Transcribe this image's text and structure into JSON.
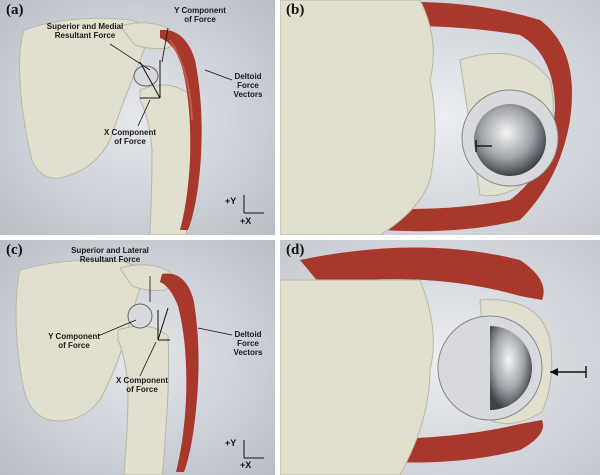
{
  "panels": {
    "a": {
      "label": "(a)",
      "resultant": "Superior and Medial Resultant Force",
      "y_component": "Y Component of Force",
      "x_component": "X Component of Force",
      "deltoid": "Deltoid Force Vectors",
      "axis_y": "+Y",
      "axis_x": "+X"
    },
    "b": {
      "label": "(b)"
    },
    "c": {
      "label": "(c)",
      "resultant": "Superior and Lateral Resultant Force",
      "y_component": "Y Component of Force",
      "x_component": "X Component of Force",
      "deltoid": "Deltoid Force Vectors",
      "axis_y": "+Y",
      "axis_x": "+X"
    },
    "d": {
      "label": "(d)"
    }
  },
  "colors": {
    "bone": "#e1e0cf",
    "bone_shadow": "#b9b8a4",
    "muscle": "#a8372c",
    "muscle_light": "#c95a4a",
    "background": "#c9ced6",
    "metal": "#d7d9dc"
  }
}
